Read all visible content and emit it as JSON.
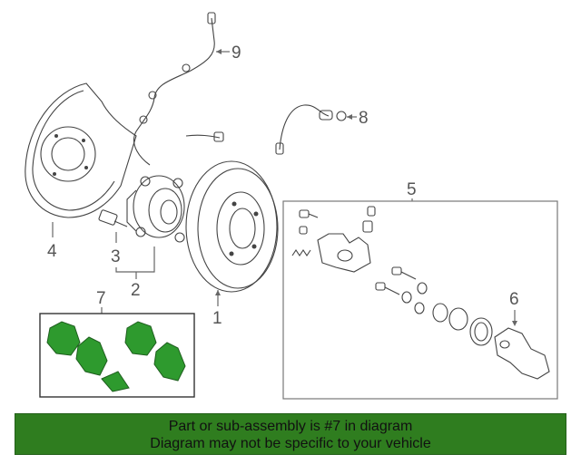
{
  "callouts": [
    {
      "id": "1",
      "label": "1"
    },
    {
      "id": "2",
      "label": "2"
    },
    {
      "id": "3",
      "label": "3"
    },
    {
      "id": "4",
      "label": "4"
    },
    {
      "id": "5",
      "label": "5"
    },
    {
      "id": "6",
      "label": "6"
    },
    {
      "id": "7",
      "label": "7"
    },
    {
      "id": "8",
      "label": "8"
    },
    {
      "id": "9",
      "label": "9"
    }
  ],
  "banner": {
    "line1": "Part or sub-assembly is #7 in diagram",
    "line2": "Diagram may not be specific to your vehicle",
    "color": "#2f7d1f"
  },
  "colors": {
    "highlight": "#2e9a2e",
    "line": "#444444"
  }
}
